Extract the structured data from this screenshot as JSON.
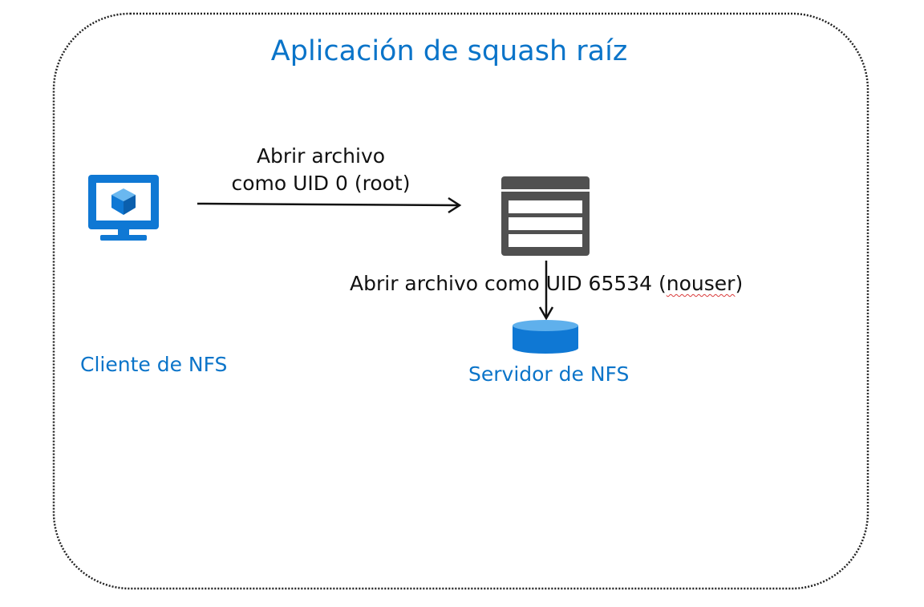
{
  "diagram": {
    "title": "Aplicación de squash raíz",
    "client_request_line1": "Abrir archivo",
    "client_request_line2": "como UID 0 (root)",
    "server_request_prefix": "Abrir archivo como UID 65534 (",
    "server_request_user": "nouser",
    "server_request_suffix": ")",
    "client_label": "Cliente de NFS",
    "server_label": "Servidor de NFS"
  },
  "colors": {
    "accent_blue": "#0a74c9",
    "icon_blue": "#0f78d4",
    "server_gray": "#505050",
    "text_black": "#111111"
  },
  "icons": {
    "client": "monitor-with-cube-icon",
    "server": "server-rack-icon",
    "storage": "storage-disk-icon"
  }
}
